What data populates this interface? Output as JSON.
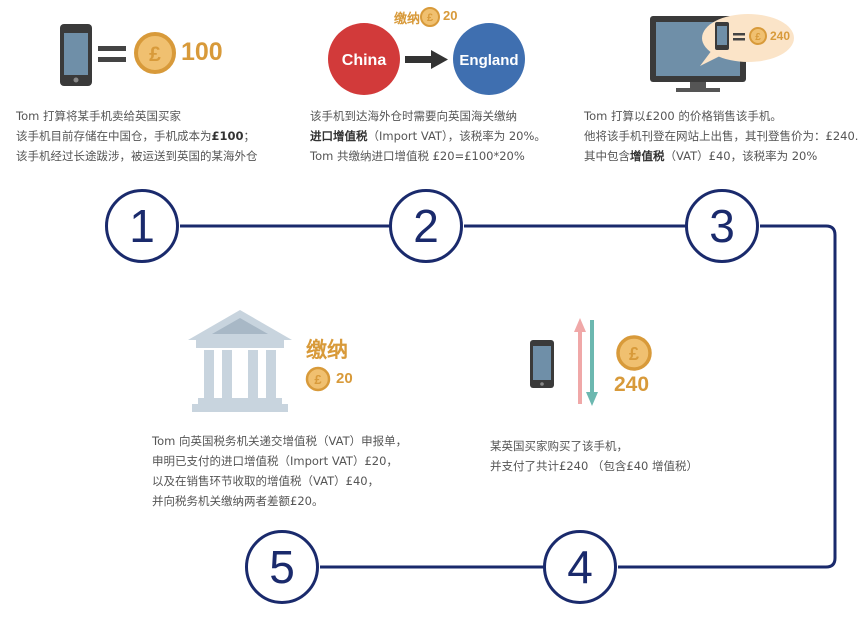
{
  "colors": {
    "navy": "#1a2a6c",
    "gold": "#d89a3a",
    "china_red": "#d23a3a",
    "england_blue": "#3f6fb0"
  },
  "step1": {
    "number": "1",
    "amount": "100",
    "lines": [
      "Tom 打算将某手机卖给英国买家",
      "该手机目前存储在中国仓，手机成本为",
      "该手机经过长途跋涉，被运送到英国的某海外仓"
    ],
    "bold_cost": "£100",
    "line2_suffix": "；"
  },
  "step2": {
    "number": "2",
    "pay_label": "缴纳",
    "pay_amount": "20",
    "from": "China",
    "to": "England",
    "line1": "该手机到达海外仓时需要向英国海关缴纳",
    "line2_bold": "进口增值税",
    "line2_rest": "（Import VAT），该税率为 20%。",
    "line3": "Tom 共缴纳进口增值税 £20=£100*20%"
  },
  "step3": {
    "number": "3",
    "bubble_amount": "240",
    "line1": "Tom 打算以£200 的价格销售该手机。",
    "line2": "他将该手机刊登在网站上出售，其刊登售价为：£240.",
    "line3_pre": "其中包含",
    "line3_bold": "增值税",
    "line3_post": "（VAT）£40，该税率为 20%"
  },
  "step4": {
    "number": "4",
    "amount": "240",
    "line1": "某英国买家购买了该手机，",
    "line2": "并支付了共计£240 （包含£40 增值税）"
  },
  "step5": {
    "number": "5",
    "pay_label": "缴纳",
    "pay_amount": "20",
    "lines": [
      "Tom 向英国税务机关递交增值税（VAT）申报单，",
      "申明已支付的进口增值税（Import VAT）£20，",
      "以及在销售环节收取的增值税（VAT）£40，",
      "并向税务机关缴纳两者差额£20。"
    ]
  },
  "coin_symbol": "£"
}
